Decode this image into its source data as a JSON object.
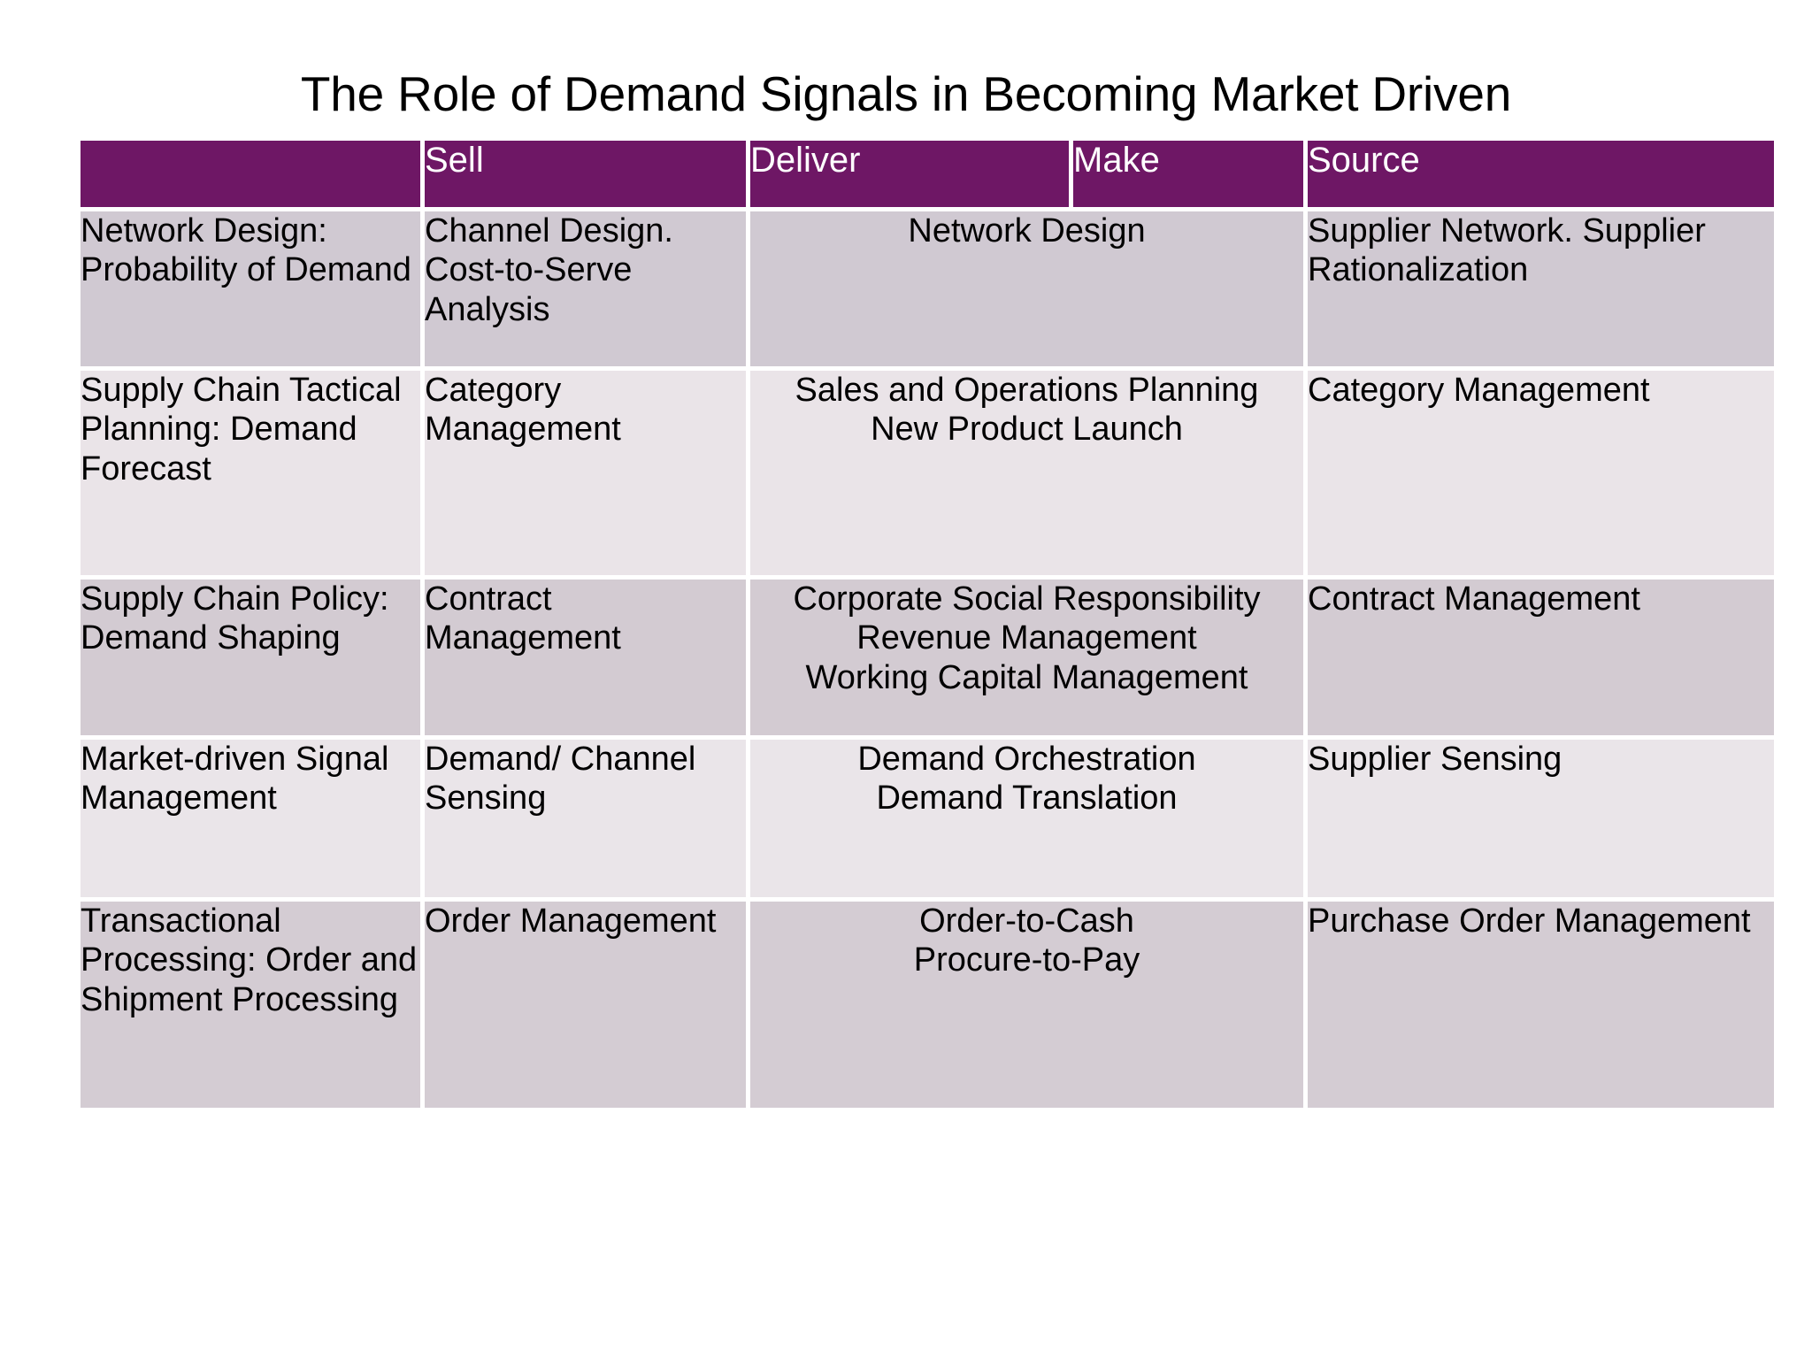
{
  "slide": {
    "title": "The Role of Demand Signals in Becoming Market Driven"
  },
  "colors": {
    "header_purple": "#6E1765",
    "header_text": "#FFFFFF",
    "band_dark": "#D0C9D2",
    "band_light": "#EAE4E8",
    "body_text": "#000000",
    "page_background": "#FFFFFF"
  },
  "table": {
    "columns": [
      {
        "key": "process",
        "label": ""
      },
      {
        "key": "sell",
        "label": "Sell"
      },
      {
        "key": "deliver",
        "label": "Deliver"
      },
      {
        "key": "make",
        "label": "Make"
      },
      {
        "key": "source",
        "label": "Source"
      }
    ],
    "rows": [
      {
        "process": "Network Design: Probability of Demand",
        "sell": "Channel Design. Cost-to-Serve Analysis",
        "deliver_make": "Network Design",
        "deliver_make_lines": [
          "Network Design"
        ],
        "source": "Supplier Network. Supplier Rationalization"
      },
      {
        "process": "Supply Chain Tactical Planning: Demand Forecast",
        "sell": "Category Management",
        "deliver_make": "Sales and Operations Planning New Product Launch",
        "deliver_make_lines": [
          "Sales and Operations Planning",
          "New Product Launch"
        ],
        "source": "Category Management"
      },
      {
        "process": "Supply Chain Policy: Demand Shaping",
        "sell": "Contract Management",
        "deliver_make": "Corporate Social Responsibility Revenue Management Working Capital Management",
        "deliver_make_lines": [
          "Corporate Social Responsibility",
          "Revenue Management",
          "Working Capital Management"
        ],
        "source": "Contract Management"
      },
      {
        "process": "Market-driven Signal Management",
        "sell": "Demand/ Channel Sensing",
        "deliver_make": "Demand Orchestration Demand Translation",
        "deliver_make_lines": [
          "Demand Orchestration",
          "Demand Translation"
        ],
        "source": "Supplier Sensing"
      },
      {
        "process": "Transactional Processing: Order and Shipment Processing",
        "sell": "Order Management",
        "deliver_make": "Order-to-Cash Procure-to-Pay",
        "deliver_make_lines": [
          "Order-to-Cash",
          "Procure-to-Pay"
        ],
        "source": "Purchase Order Management"
      }
    ]
  }
}
